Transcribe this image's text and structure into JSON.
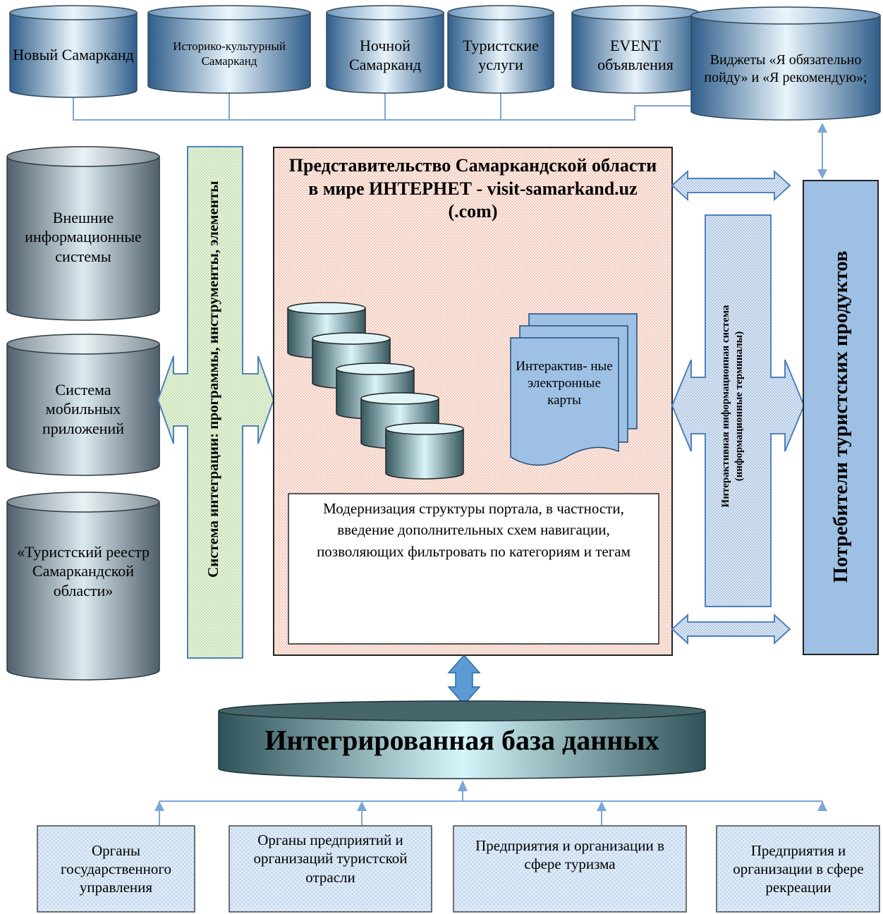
{
  "top_databases": [
    {
      "label": "Новый Самарканд"
    },
    {
      "label": "Историко-культурный Самарканд"
    },
    {
      "label": "Ночной Самарканд"
    },
    {
      "label": "Туристские услуги"
    },
    {
      "label": "EVENT объявления"
    },
    {
      "label": "Виджеты «Я обязательно пойду» и «Я рекомендую»;"
    }
  ],
  "left_databases": [
    {
      "label": "Внешние информационные системы"
    },
    {
      "label": "Система мобильных приложений"
    },
    {
      "label": "«Туристский реестр Самаркандской области»"
    }
  ],
  "integration_system": {
    "label": "Система интеграции: программы, инструменты, элементы"
  },
  "portal": {
    "title": "Представительство Самаркандской области в мире ИНТЕРНЕТ - visit-samarkand.uz (.com)",
    "maps_label": "Интерактив- ные электронные карты",
    "modernization_text": "Модернизация структуры портала, в частности, введение дополнительных схем навигации, позволяющих фильтровать по категориям и тегам"
  },
  "kiosk_system": {
    "line1": "Интерактивная информационная система",
    "line2": "(информационные терминалы)"
  },
  "consumers": {
    "label": "Потребители туристских продуктов"
  },
  "integrated_db": {
    "label": "Интегрированная база данных"
  },
  "sources": [
    {
      "label": "Органы государственного управления"
    },
    {
      "label": "Органы предприятий и организаций туристской отрасли"
    },
    {
      "label": "Предприятия и организации в сфере туризма"
    },
    {
      "label": "Предприятия и организации в сфере рекреации"
    }
  ],
  "colors": {
    "blue_gradient_edge": "#2f5d8a",
    "blue_gradient_center": "#e8f4fb",
    "gray_gradient_edge": "#4f5f6b",
    "gray_gradient_center": "#dceaf0",
    "portal_fill": "#f8d9cf",
    "integration_fill": "#d8ebc8",
    "kiosk_fill": "#c2d3e8",
    "consumers_fill": "#9ec0e4",
    "source_fill": "#d6e6f5",
    "connector": "#7ba6d6"
  }
}
